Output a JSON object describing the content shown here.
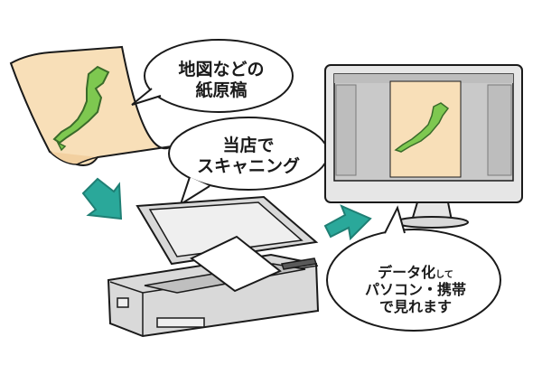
{
  "bubbles": {
    "paper": {
      "line1": "地図などの",
      "line2": "紙原稿"
    },
    "scan": {
      "line1": "当店で",
      "line2": "スキャニング"
    },
    "data": {
      "line1_main": "データ化",
      "line1_small": "して",
      "line2": "パソコン・携帯",
      "line3": "で見れます"
    }
  },
  "colors": {
    "paper": "#f8dfb8",
    "map": "#7ec850",
    "map_outline": "#3a6b2a",
    "arrow": "#2aa89a",
    "scanner_body": "#d9d9d9",
    "scanner_dark": "#5a5a5a",
    "monitor_frame": "#e6e6e6",
    "monitor_screen": "#c9c9c9",
    "ink": "#1a1a1a"
  },
  "icons": {
    "paper": "map-paper-icon",
    "arrow_down": "arrow-down-icon",
    "arrow_right": "arrow-right-icon",
    "scanner": "scanner-icon",
    "monitor": "monitor-icon"
  }
}
